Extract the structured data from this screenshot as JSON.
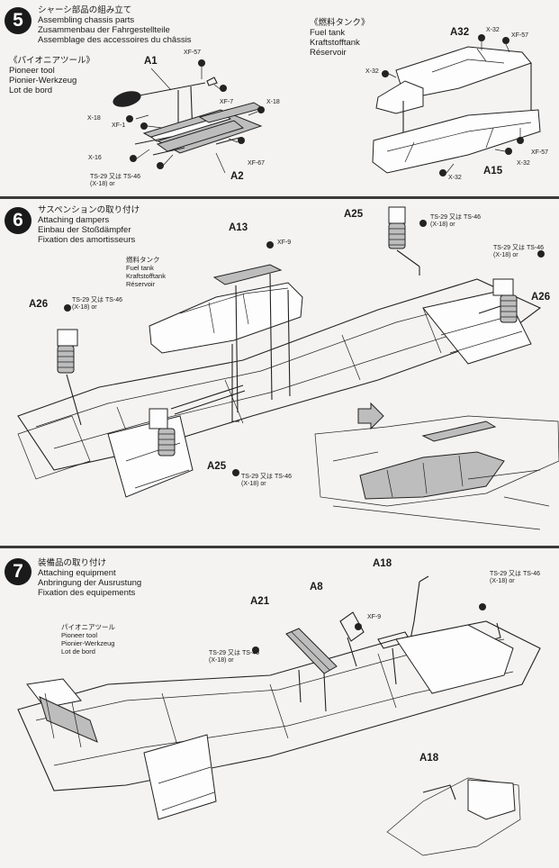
{
  "steps": [
    {
      "number": "5",
      "title_ja": "シャーシ部品の組み立て",
      "title_en": "Assembling chassis parts",
      "title_de": "Zusammenbau der Fahrgestellteile",
      "title_fr": "Assemblage des accessoires du châssis"
    },
    {
      "number": "6",
      "title_ja": "サスペンションの取り付け",
      "title_en": "Attaching dampers",
      "title_de": "Einbau der Stoßdämpfer",
      "title_fr": "Fixation des amortisseurs"
    },
    {
      "number": "7",
      "title_ja": "装備品の取り付け",
      "title_en": "Attaching equipment",
      "title_de": "Anbringung der Ausrustung",
      "title_fr": "Fixation des equipements"
    }
  ],
  "sub": {
    "pioneer_ja": "《パイオニアツール》",
    "pioneer_en": "Pioneer tool",
    "pioneer_de": "Pionier-Werkzeug",
    "pioneer_fr": "Lot de bord",
    "fuel_ja": "《燃料タンク》",
    "fuel_en": "Fuel tank",
    "fuel_de": "Kraftstofftank",
    "fuel_fr": "Réservoir",
    "fuel6_ja": "燃料タンク",
    "fuel6_en": "Fuel tank",
    "fuel6_de": "Kraftstofftank",
    "fuel6_fr": "Réservoir",
    "pioneer7_ja": "パイオニアツール",
    "pioneer7_en": "Pioneer tool",
    "pioneer7_de": "Pionier-Werkzeug",
    "pioneer7_fr": "Lot de bord"
  },
  "parts": {
    "A1": "A1",
    "A2": "A2",
    "A32": "A32",
    "A15": "A15",
    "A13": "A13",
    "A25": "A25",
    "A26": "A26",
    "A21": "A21",
    "A8": "A8",
    "A18": "A18"
  },
  "paints": {
    "xf57": "XF-57",
    "xf7": "XF-7",
    "x18": "X-18",
    "xf1": "XF-1",
    "x16": "X-16",
    "xf67": "XF-67",
    "x32": "X-32",
    "xf9": "XF-9",
    "ts29a": "TS-29",
    "ts29b": "(X-18)",
    "ts_join": "又は",
    "ts46": "TS-46",
    "or": "or"
  }
}
